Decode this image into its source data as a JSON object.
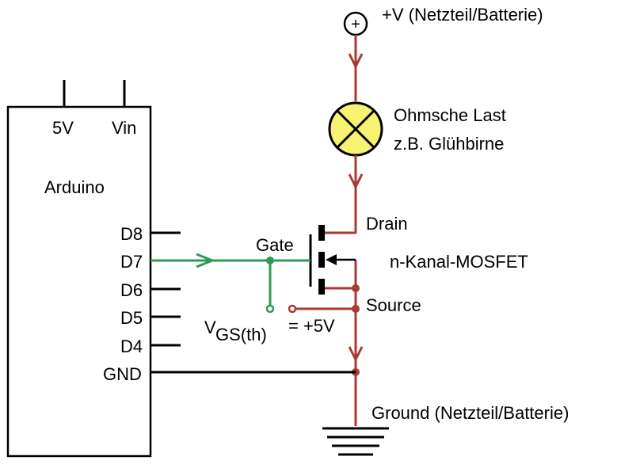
{
  "supply": {
    "symbol": "+",
    "label": "+V (Netzteil/Batterie)"
  },
  "load": {
    "line1": "Ohmsche Last",
    "line2": "z.B. Glühbirne"
  },
  "arduino": {
    "title": "Arduino",
    "power_pins": [
      "5V",
      "Vin"
    ],
    "pins": [
      "D8",
      "D7",
      "D6",
      "D5",
      "D4",
      "GND"
    ]
  },
  "mosfet": {
    "drain": "Drain",
    "gate": "Gate",
    "source": "Source",
    "type": "n-Kanal-MOSFET"
  },
  "threshold": {
    "v": "V",
    "sub": "GS(th)",
    "value": "= +5V"
  },
  "ground": {
    "label": "Ground (Netzteil/Batterie)"
  },
  "colors": {
    "power_wire": "#a83a34",
    "signal_wire": "#2f9a56",
    "black_wire": "#000000",
    "lamp_fill": "#f7f272"
  }
}
